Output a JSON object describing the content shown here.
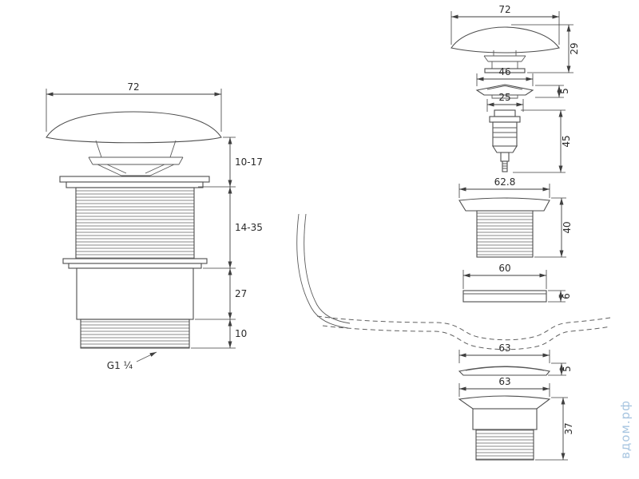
{
  "watermark": {
    "text": "вдом.рф"
  },
  "assembled": {
    "width": "72",
    "cap_height": "10-17",
    "thread_height": "14-35",
    "body_height": "27",
    "tail_height": "10",
    "thread_spec": "G1 ¼"
  },
  "exploded": {
    "cap": {
      "w": "72",
      "h": "29"
    },
    "seal": {
      "w": "46",
      "h": "5"
    },
    "valve": {
      "w": "25",
      "h": "45"
    },
    "body": {
      "w": "62.8",
      "h": "40"
    },
    "washer": {
      "w": "60",
      "h": "6"
    },
    "gasket": {
      "w": "63",
      "h": "5"
    },
    "nut": {
      "w": "63",
      "h": "37"
    }
  }
}
